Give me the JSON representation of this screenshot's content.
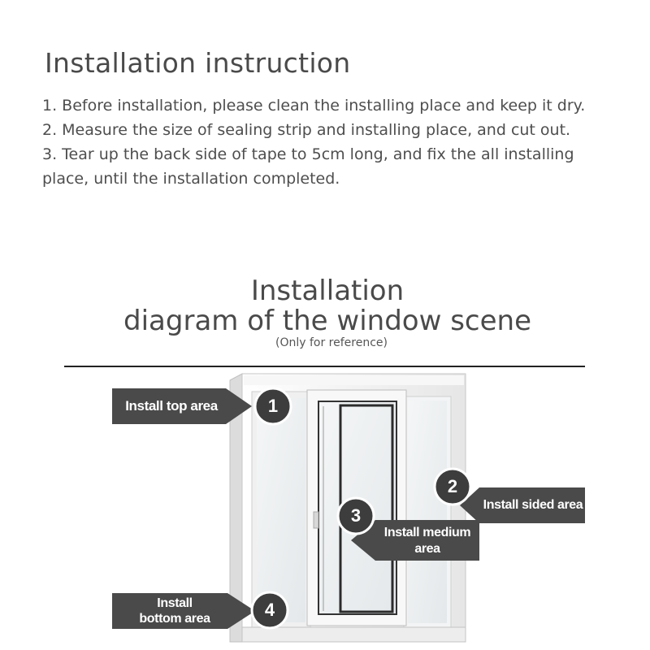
{
  "instructions": {
    "title": "Installation instruction",
    "steps": [
      "1. Before installation, please clean the installing place and keep it dry.",
      "2. Measure the size of sealing strip and installing place, and cut out.",
      "3. Tear up the back side of tape to 5cm long, and fix the all installing",
      "place, until the installation completed."
    ]
  },
  "diagram": {
    "title_line1": "Installation",
    "title_line2": "diagram of the window scene",
    "note": "(Only for reference)"
  },
  "callouts": [
    {
      "number": "1",
      "label": "Install  top area"
    },
    {
      "number": "2",
      "label": "Install sided area"
    },
    {
      "number": "3",
      "label_line1": "Install medium",
      "label_line2": "area"
    },
    {
      "number": "4",
      "label_line1": "Install",
      "label_line2": "bottom area"
    }
  ],
  "colors": {
    "callout_fill": "#4a4a4a",
    "badge_fill": "#3d3d3d",
    "frame": "#f2f2f2",
    "frame_edge": "#c8c8c8",
    "glass": "#eef1f3"
  }
}
